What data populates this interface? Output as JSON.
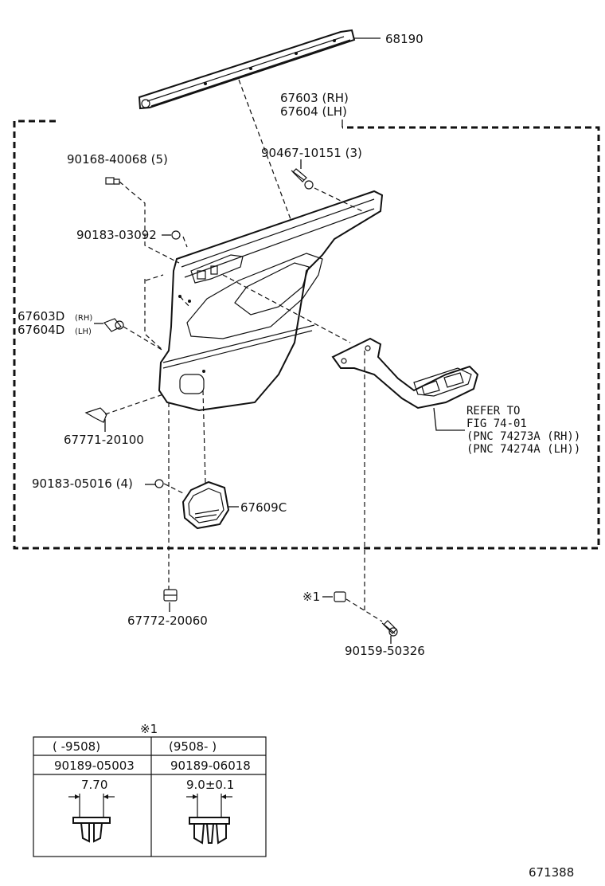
{
  "labels": {
    "weatherstrip": "68190",
    "board_rh": "67603 (RH)",
    "board_lh": "67604 (LH)",
    "screw_top": "90467-10151 (3)",
    "clip_top": "90168-40068 (5)",
    "clip_mid": "90183-03092",
    "board_sub_rh": "67603D",
    "board_sub_rh_tag": "(RH)",
    "board_sub_lh": "67604D",
    "board_sub_lh_tag": "(LH)",
    "hook": "67771-20100",
    "clip_low": "90183-05016 (4)",
    "pocket": "67609C",
    "refer_line1": "REFER TO",
    "refer_line2": "FIG 74-01",
    "refer_line3": "(PNC 74273A (RH))",
    "refer_line4": "(PNC 74274A (LH))",
    "bolt_bottom": "67772-20060",
    "star_mark": "※1",
    "screw_bottom": "90159-50326",
    "figure_id": "671388"
  },
  "table": {
    "title": "※1",
    "col1_range": "(     -9508)",
    "col2_range": "(9508-     )",
    "col1_part": "90189-05003",
    "col2_part": "90189-06018",
    "col1_dim": "7.70",
    "col2_dim": "9.0±0.1"
  }
}
